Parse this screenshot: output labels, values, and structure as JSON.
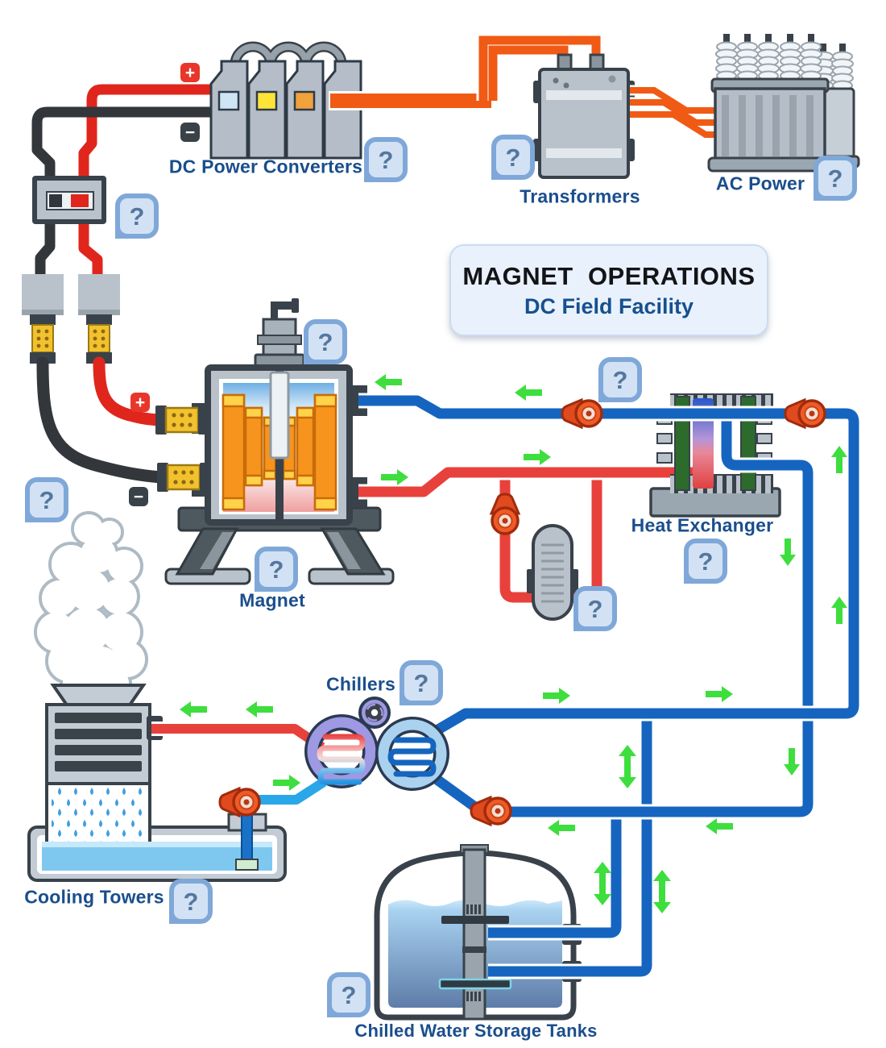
{
  "title": {
    "line1": "MAGNET  OPERATIONS",
    "line2": "DC Field Facility"
  },
  "labels": {
    "dc_power_converters": "DC Power Converters",
    "transformers": "Transformers",
    "ac_power": "AC Power",
    "magnet": "Magnet",
    "heat_exchanger": "Heat Exchanger",
    "chillers": "Chillers",
    "cooling_towers": "Cooling Towers",
    "chilled_water_storage_tanks": "Chilled Water Storage Tanks"
  },
  "help_button": {
    "glyph": "?"
  },
  "badges": {
    "plus": "+",
    "minus": "−"
  },
  "colors": {
    "pipe_blue": "#1565c0",
    "pipe_light_blue": "#2aa7e8",
    "pipe_hot_red": "#e8413c",
    "wire_red": "#e0261c",
    "wire_black": "#33363a",
    "wire_orange": "#f05a14",
    "arrow_green": "#3ede3e",
    "label_blue": "#1a4e8c",
    "help_fill": "#d2e2f4",
    "help_border": "#7fa8d9"
  }
}
